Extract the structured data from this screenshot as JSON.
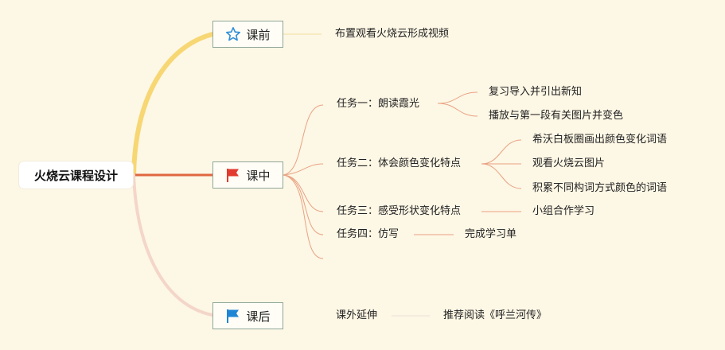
{
  "mindmap": {
    "root": "火烧云课程设计",
    "before_class": {
      "label": "课前",
      "icon": "star-icon",
      "task": "布置观看火烧云形成视频"
    },
    "in_class": {
      "label": "课中",
      "icon": "red-flag-icon",
      "tasks": [
        {
          "title": "任务一：朗读霞光",
          "items": [
            "复习导入并引出新知",
            "播放与第一段有关图片并变色"
          ]
        },
        {
          "title": "任务二：体会颜色变化特点",
          "items": [
            "希沃白板圈画出颜色变化词语",
            "观看火烧云图片",
            "积累不同构词方式颜色的词语"
          ]
        },
        {
          "title": "任务三：感受形状变化特点",
          "items": [
            "小组合作学习"
          ]
        },
        {
          "title": "任务四：仿写",
          "items": [
            "完成学习单"
          ]
        }
      ]
    },
    "after_class": {
      "label": "课后",
      "icon": "blue-flag-icon",
      "title": "课外延伸",
      "item": "推荐阅读《呼兰河传》"
    },
    "colors": {
      "background": "#fdf7e5",
      "before_branch": "#f7d774",
      "in_branch": "#e0673f",
      "after_branch": "#f4d6c9",
      "node_border": "#8fa79a",
      "before_icon": "#2f8fd8",
      "in_icon": "#e23b2f",
      "after_icon": "#1f86d6"
    }
  }
}
